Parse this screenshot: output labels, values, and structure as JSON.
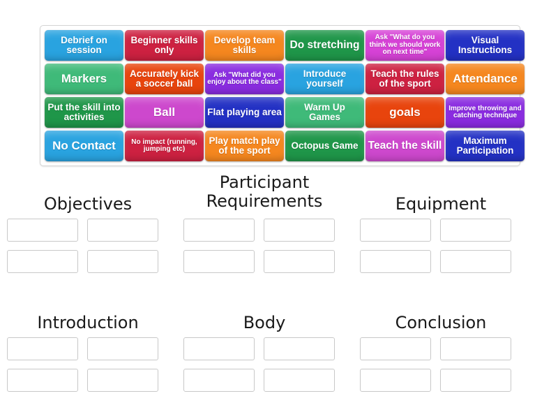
{
  "activity": {
    "type": "group-sort",
    "tile_count": 24,
    "group_count": 6
  },
  "tray": {
    "name": "draggable-tile-tray",
    "rows": [
      [
        {
          "label": "Debrief on session",
          "color": "#29a3e0",
          "size": "md"
        },
        {
          "label": "Beginner skills only",
          "color": "#cd2141",
          "size": "md"
        },
        {
          "label": "Develop team skills",
          "color": "#f5871f",
          "size": "md"
        },
        {
          "label": "Do stretching",
          "color": "#1f9649",
          "size": "lg"
        },
        {
          "label": "Ask \"What do you think we should work on next time\"",
          "color": "#d642d6",
          "size": "xs"
        },
        {
          "label": "Visual Instructions",
          "color": "#2331c4",
          "size": "md"
        }
      ],
      [
        {
          "label": "Markers",
          "color": "#3fba79",
          "size": "xl"
        },
        {
          "label": "Accurately kick a soccer ball",
          "color": "#e8440d",
          "size": "md"
        },
        {
          "label": "Ask \"What did you enjoy about the class\"",
          "color": "#8a2ce0",
          "size": "xs"
        },
        {
          "label": "Introduce yourself",
          "color": "#29a3e0",
          "size": "md"
        },
        {
          "label": "Teach the rules of the sport",
          "color": "#cd2141",
          "size": "md"
        },
        {
          "label": "Attendance",
          "color": "#f5871f",
          "size": "xl"
        }
      ],
      [
        {
          "label": "Put the skill into activities",
          "color": "#1f9649",
          "size": "md"
        },
        {
          "label": "Ball",
          "color": "#cd48cd",
          "size": "xl"
        },
        {
          "label": "Flat playing area",
          "color": "#2331c4",
          "size": "md"
        },
        {
          "label": "Warm Up Games",
          "color": "#3fba79",
          "size": "md"
        },
        {
          "label": "goals",
          "color": "#e8440d",
          "size": "xl"
        },
        {
          "label": "Improve throwing and catching technique",
          "color": "#8a2ce0",
          "size": "xs"
        }
      ],
      [
        {
          "label": "No Contact",
          "color": "#29a3e0",
          "size": "xl"
        },
        {
          "label": "No impact (running, jumping etc)",
          "color": "#cd2141",
          "size": "xs"
        },
        {
          "label": "Play match play of the sport",
          "color": "#f5871f",
          "size": "md"
        },
        {
          "label": "Octopus Game",
          "color": "#1f9649",
          "size": "md"
        },
        {
          "label": "Teach the skill",
          "color": "#cd48cd",
          "size": "lg"
        },
        {
          "label": "Maximum Participation",
          "color": "#2331c4",
          "size": "md"
        }
      ]
    ]
  },
  "groups": [
    {
      "title": "Objectives",
      "lines": 1,
      "slots": [
        "",
        "",
        "",
        ""
      ]
    },
    {
      "title": "Participant Requirements",
      "lines": 2,
      "slots": [
        "",
        "",
        "",
        ""
      ]
    },
    {
      "title": "Equipment",
      "lines": 1,
      "slots": [
        "",
        "",
        "",
        ""
      ]
    },
    {
      "title": "Introduction",
      "lines": 1,
      "slots": [
        "",
        "",
        "",
        ""
      ]
    },
    {
      "title": "Body",
      "lines": 1,
      "slots": [
        "",
        "",
        "",
        ""
      ]
    },
    {
      "title": "Conclusion",
      "lines": 1,
      "slots": [
        "",
        "",
        "",
        ""
      ]
    }
  ]
}
